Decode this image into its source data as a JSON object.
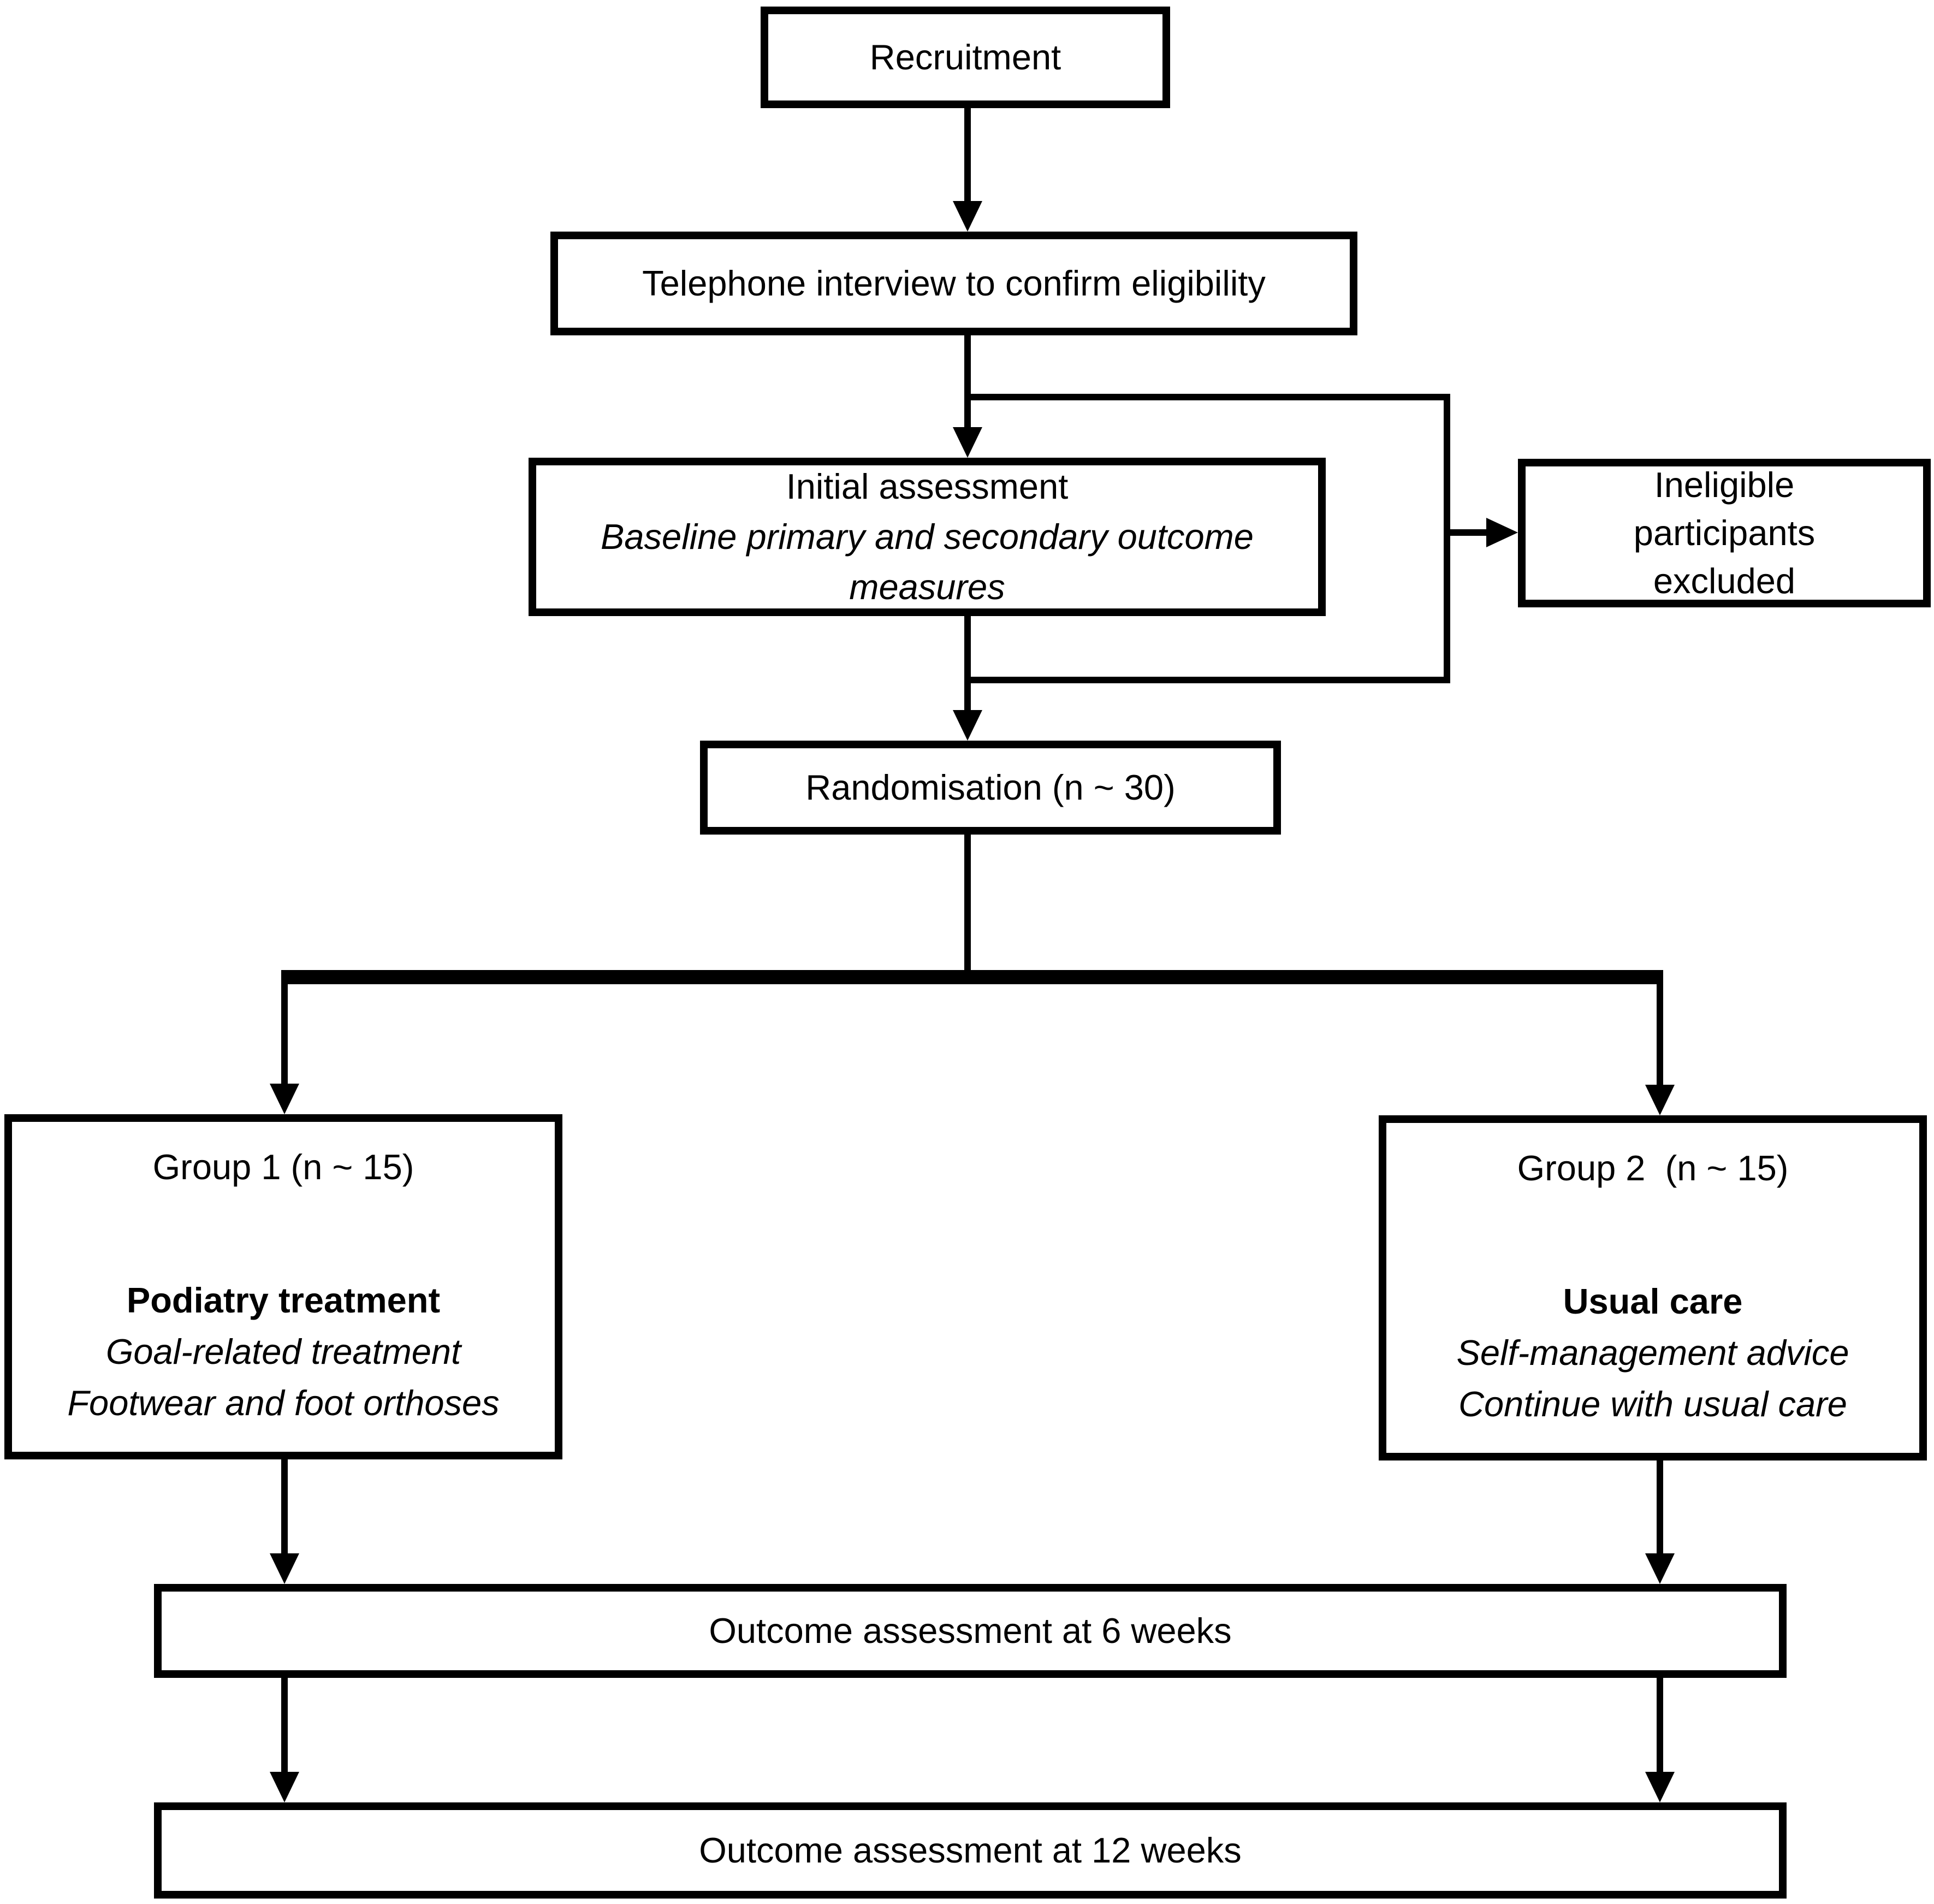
{
  "figure": {
    "type": "flowchart",
    "background_color": "#ffffff",
    "line_color": "#000000",
    "box_border_color": "#000000",
    "text_color": "#000000"
  },
  "nodes": {
    "recruitment": {
      "label": "Recruitment"
    },
    "telephone": {
      "label": "Telephone interview to confirm eligibility"
    },
    "initial_assessment": {
      "title": "Initial assessment",
      "detail1": "Baseline primary and secondary outcome",
      "detail2": "measures"
    },
    "ineligible": {
      "line1": "Ineligible",
      "line2": "participants",
      "line3": "excluded"
    },
    "randomisation": {
      "label": "Randomisation (n ~ 30)"
    },
    "group1": {
      "title": "Group 1 (n ~ 15)",
      "treatment": "Podiatry treatment",
      "detail1": "Goal-related treatment",
      "detail2": "Footwear and foot orthoses"
    },
    "group2": {
      "title": "Group 2  (n ~ 15)",
      "treatment": "Usual care",
      "detail1": "Self-management advice",
      "detail2": "Continue with usual care"
    },
    "outcome_6_weeks": {
      "label": "Outcome assessment at 6 weeks"
    },
    "outcome_12_weeks": {
      "label": "Outcome assessment at 12 weeks"
    }
  }
}
